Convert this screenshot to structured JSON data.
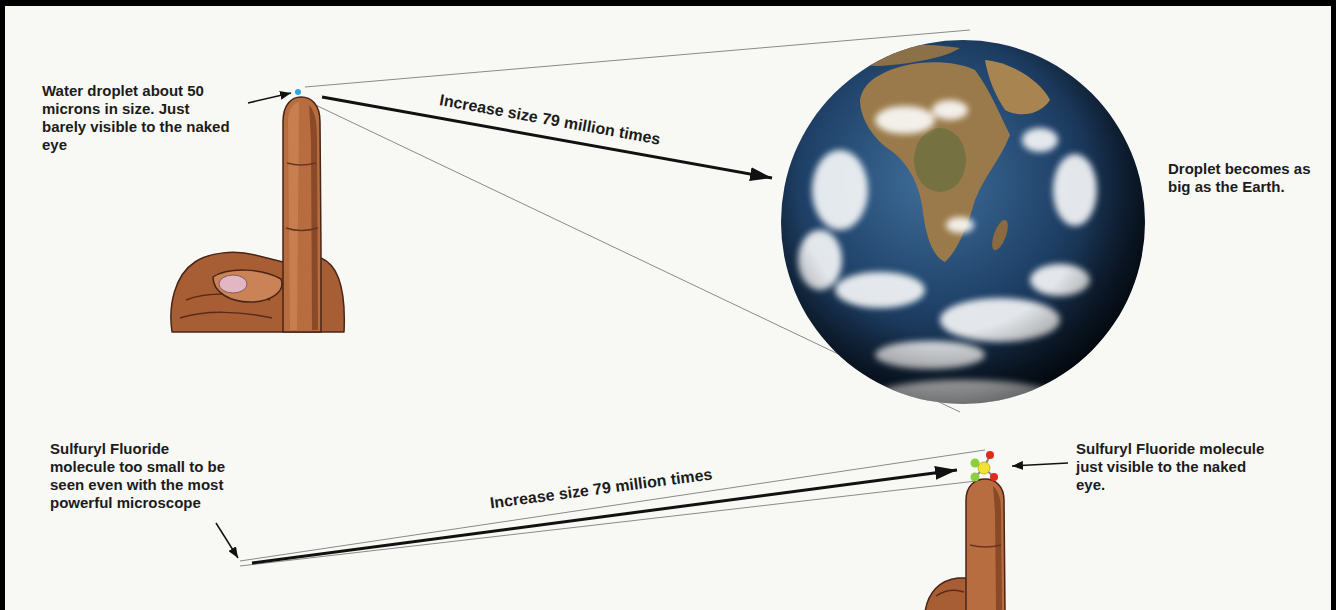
{
  "diagram": {
    "labels": [
      "Water droplet about 50 microns in size. Just barely visible to the naked eye",
      "Increase size 79 million times",
      "Droplet becomes as big as the Earth.",
      "Sulfuryl Fluoride molecule too small to be seen even with the most powerful microscope",
      "Increase size 79 million times",
      "Sulfuryl Fluoride molecule just visible to the naked eye."
    ]
  }
}
